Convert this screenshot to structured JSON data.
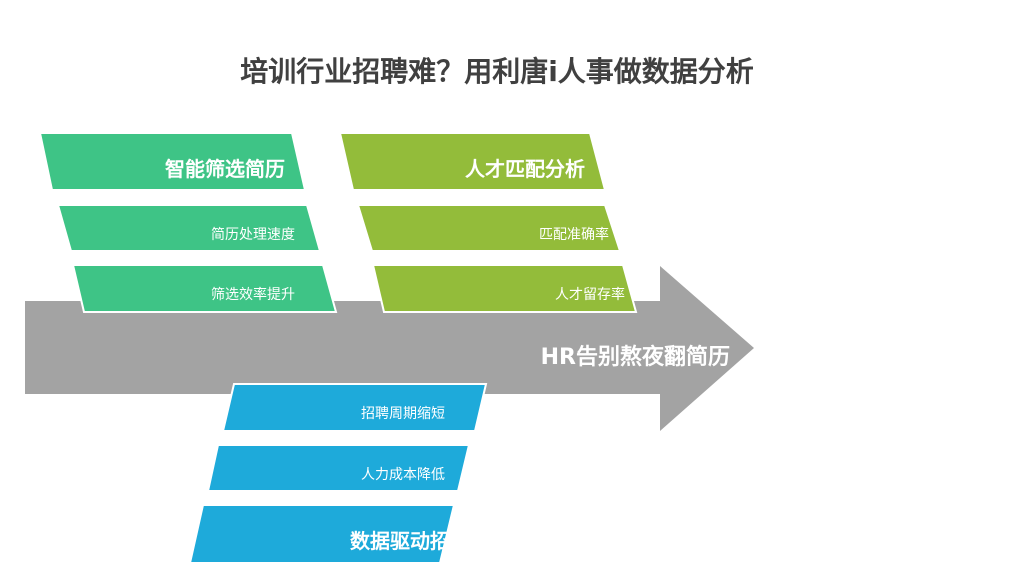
{
  "title": "培训行业招聘难？用利唐i人事做数据分析",
  "colors": {
    "green": "#3EC486",
    "olive": "#93BC3A",
    "blue": "#1EAADA",
    "arrow": "#A3A3A3",
    "title": "#404040"
  },
  "arrow": {
    "label": "HR告别熬夜翻简历"
  },
  "groups": {
    "green": {
      "heading": "智能筛选简历",
      "items": [
        "简历处理速度",
        "筛选效率提升"
      ]
    },
    "olive": {
      "heading": "人才匹配分析",
      "items": [
        "匹配准确率",
        "人才留存率"
      ]
    },
    "blue": {
      "heading": "数据驱动招聘",
      "items": [
        "招聘周期缩短",
        "人力成本降低"
      ]
    }
  }
}
